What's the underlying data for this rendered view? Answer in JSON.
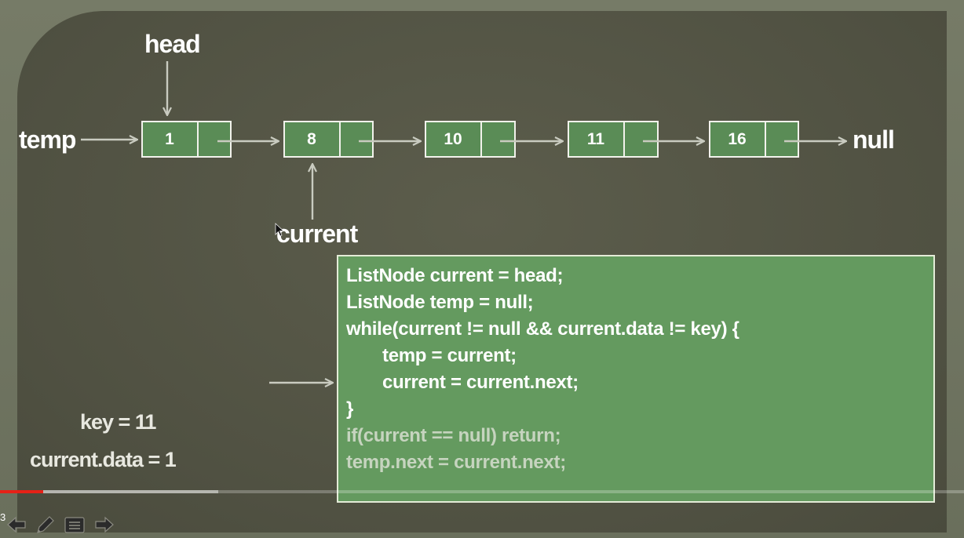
{
  "labels": {
    "head": "head",
    "temp": "temp",
    "null": "null",
    "current": "current"
  },
  "nodes": [
    {
      "value": "1"
    },
    {
      "value": "8"
    },
    {
      "value": "10"
    },
    {
      "value": "11"
    },
    {
      "value": "16"
    }
  ],
  "code": {
    "lines": [
      "ListNode current = head;",
      "ListNode temp = null;",
      "while(current != null && current.data != key) {",
      "temp = current;",
      "current = current.next;",
      "}",
      "if(current == null) return;",
      "temp.next = current.next;"
    ]
  },
  "info": {
    "key": "key = 11",
    "current_data": "current.data = 1"
  },
  "player": {
    "slide_number": "3",
    "progress_fraction": 0.045,
    "buffered_fraction": 0.226,
    "played_color": "#e62117"
  },
  "colors": {
    "node_fill": "#5a8c56",
    "code_box": "#649a5f",
    "arrow": "#c9cbc0"
  },
  "icons": {
    "prev": "arrow-left-icon",
    "pen": "pen-icon",
    "menu": "menu-icon",
    "next": "arrow-right-icon"
  }
}
